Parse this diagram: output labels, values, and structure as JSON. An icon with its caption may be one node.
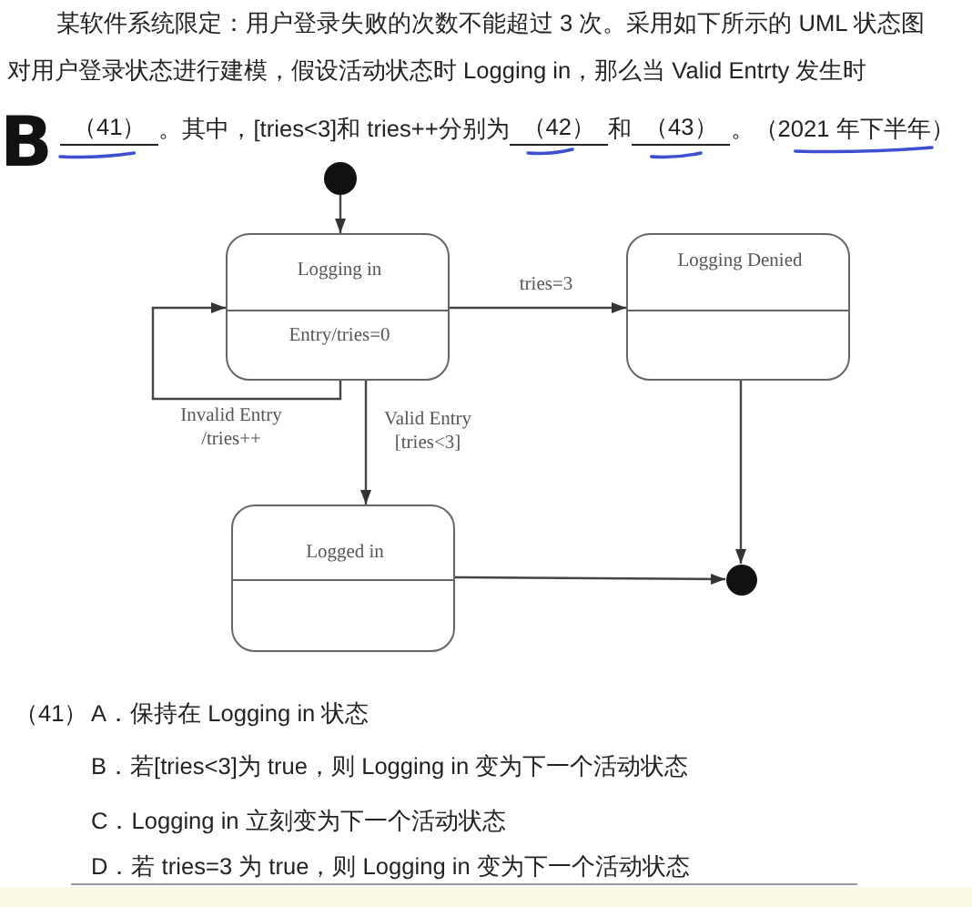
{
  "diagram": {
    "nodes": [
      {
        "text": [],
        "shape": "circle"
      },
      {
        "text": [
          "Logging in",
          "Entry/tries=0"
        ]
      },
      {
        "text": [
          "Logging Denied"
        ]
      },
      {
        "text": [
          "Logged in"
        ]
      },
      {
        "text": [],
        "shape": "circle"
      }
    ],
    "edges": [
      {
        "from": 0,
        "to": 1,
        "arrow": "to"
      },
      {
        "from": 1,
        "to": 1,
        "arrow": "to",
        "label": "Invalid Entry /tries++"
      },
      {
        "from": 1,
        "to": 2,
        "arrow": "to",
        "label": "tries=3"
      },
      {
        "from": 1,
        "to": 3,
        "arrow": "to",
        "label": "Valid Entry [tries<3]"
      },
      {
        "from": 2,
        "to": 4,
        "arrow": "to"
      },
      {
        "from": 3,
        "to": 4,
        "arrow": "to"
      }
    ],
    "labels": [
      "某软件系统限定：用户登录失败的次数不能超过 3 次。采用如下所示的 UML 状态图对用户登录状态进行建模，假设活动状态时 Logging in，那么当 Valid Entrty 发生时",
      "B",
      "（41）",
      "。其中，[tries<3]和 tries++分别为",
      "（42）",
      "和",
      "（43）",
      "。（2021 年下半年）",
      "（41）",
      "A．保持在 Logging in 状态",
      "B．若[tries<3]为 true，则 Logging in 变为下一个活动状态",
      "C．Logging in 立刻变为下一个活动状态",
      "D．若 tries=3 为 true，则 Logging in 变为下一个活动状态"
    ]
  }
}
